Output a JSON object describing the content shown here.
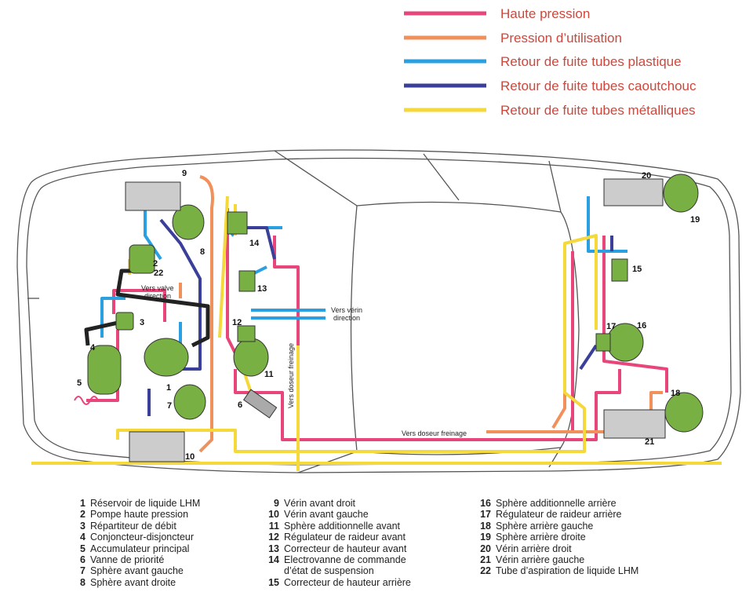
{
  "legend": [
    {
      "label": "Haute pression",
      "color": "#e8457a"
    },
    {
      "label": "Pression d’utilisation",
      "color": "#f0905a"
    },
    {
      "label": "Retour de fuite tubes plastique",
      "color": "#2aa0e0"
    },
    {
      "label": "Retour de fuite tubes caoutchouc",
      "color": "#3a3f9a"
    },
    {
      "label": "Retour de fuite tubes métalliques",
      "color": "#f5d83a"
    }
  ],
  "annotations": {
    "valve": "Vers valve",
    "valve2": "direction",
    "verin": "Vers vérin",
    "verin2": "direction",
    "doseur_v": "Vers doseur freinage",
    "doseur_h": "Vers doseur freinage"
  },
  "component_numbers": [
    "1",
    "2",
    "3",
    "4",
    "5",
    "6",
    "7",
    "8",
    "9",
    "10",
    "11",
    "12",
    "13",
    "14",
    "15",
    "16",
    "17",
    "18",
    "19",
    "20",
    "21",
    "22"
  ],
  "key": [
    {
      "n": "1",
      "t": "Réservoir de liquide LHM"
    },
    {
      "n": "2",
      "t": "Pompe haute pression"
    },
    {
      "n": "3",
      "t": "Répartiteur de débit"
    },
    {
      "n": "4",
      "t": "Conjoncteur-disjoncteur"
    },
    {
      "n": "5",
      "t": "Accumulateur principal"
    },
    {
      "n": "6",
      "t": "Vanne de priorité"
    },
    {
      "n": "7",
      "t": "Sphère avant gauche"
    },
    {
      "n": "8",
      "t": "Sphère avant droite"
    },
    {
      "n": "9",
      "t": "Vérin avant droit"
    },
    {
      "n": "10",
      "t": "Vérin avant gauche"
    },
    {
      "n": "11",
      "t": "Sphère additionnelle avant"
    },
    {
      "n": "12",
      "t": "Régulateur de raideur avant"
    },
    {
      "n": "13",
      "t": "Correcteur de hauteur avant"
    },
    {
      "n": "14",
      "t": "Electrovanne de commande",
      "t2": "d’état de suspension"
    },
    {
      "n": "15",
      "t": "Correcteur de hauteur arrière"
    },
    {
      "n": "16",
      "t": "Sphère additionnelle arrière"
    },
    {
      "n": "17",
      "t": "Régulateur de raideur arrière"
    },
    {
      "n": "18",
      "t": "Sphère arrière gauche"
    },
    {
      "n": "19",
      "t": "Sphère arrière droite"
    },
    {
      "n": "20",
      "t": "Vérin arrière droit"
    },
    {
      "n": "21",
      "t": "Vérin arrière gauche"
    },
    {
      "n": "22",
      "t": "Tube d’aspiration de liquide LHM"
    }
  ]
}
